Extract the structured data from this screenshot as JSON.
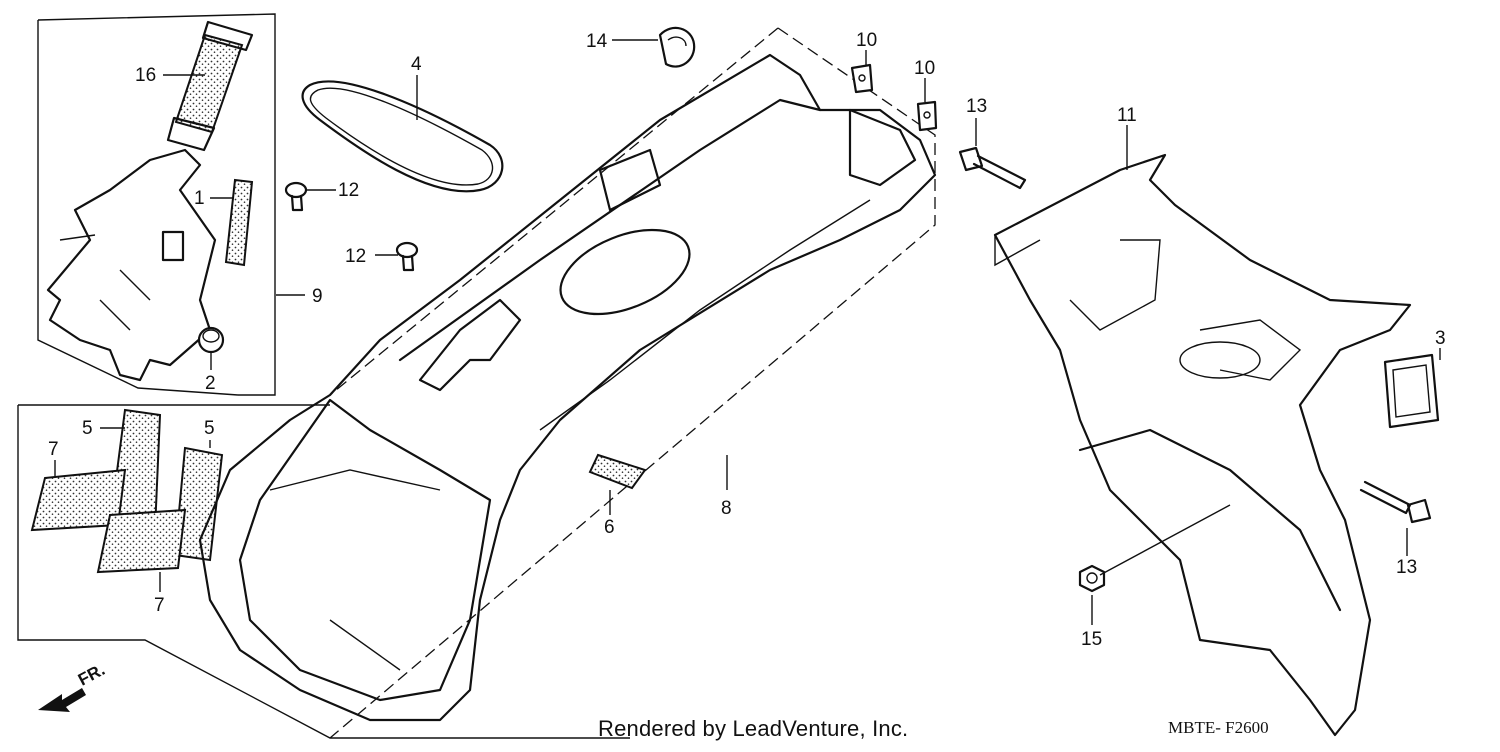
{
  "diagram": {
    "callouts": [
      {
        "id": "c16",
        "label": "16"
      },
      {
        "id": "c1",
        "label": "1"
      },
      {
        "id": "c9",
        "label": "9"
      },
      {
        "id": "c2",
        "label": "2"
      },
      {
        "id": "c4",
        "label": "4"
      },
      {
        "id": "c12a",
        "label": "12"
      },
      {
        "id": "c12b",
        "label": "12"
      },
      {
        "id": "c14",
        "label": "14"
      },
      {
        "id": "c10a",
        "label": "10"
      },
      {
        "id": "c10b",
        "label": "10"
      },
      {
        "id": "c13a",
        "label": "13"
      },
      {
        "id": "c11",
        "label": "11"
      },
      {
        "id": "c3",
        "label": "3"
      },
      {
        "id": "c13b",
        "label": "13"
      },
      {
        "id": "c15",
        "label": "15"
      },
      {
        "id": "c5a",
        "label": "5"
      },
      {
        "id": "c5b",
        "label": "5"
      },
      {
        "id": "c7a",
        "label": "7"
      },
      {
        "id": "c7b",
        "label": "7"
      },
      {
        "id": "c6",
        "label": "6"
      },
      {
        "id": "c8",
        "label": "8"
      }
    ],
    "front_arrow_label": "FR.",
    "credit": "Rendered by LeadVenture, Inc.",
    "code": "MBTE- F2600"
  }
}
